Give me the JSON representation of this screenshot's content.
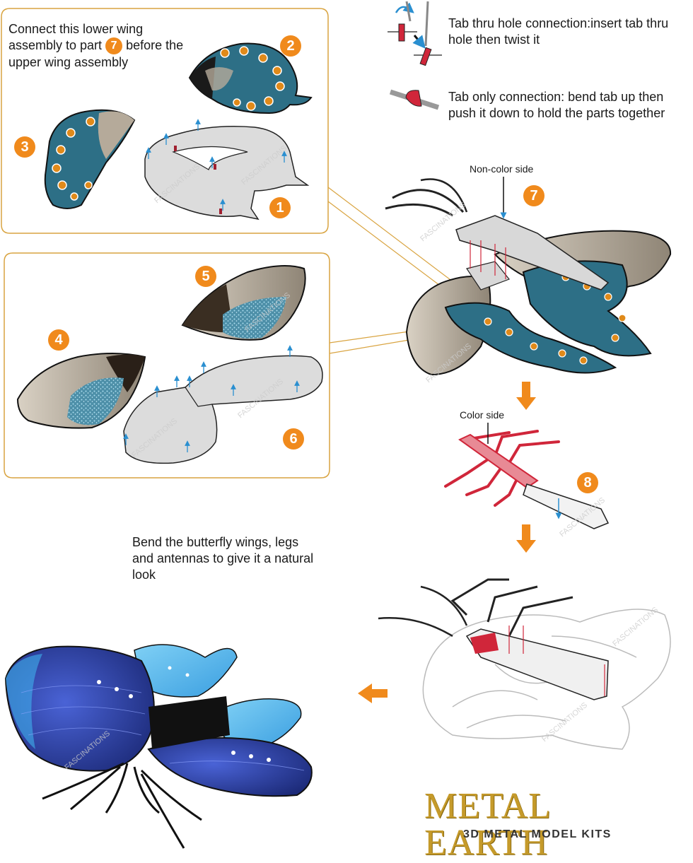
{
  "instructions": {
    "lower_wing_note_before": "Connect this lower wing assembly to part",
    "lower_wing_note_part": "7",
    "lower_wing_note_after": "before the upper wing assembly",
    "tab_thru_hole": "Tab thru hole connection:insert tab thru hole then twist it",
    "tab_only": "Tab only connection: bend tab up then push it down to hold the parts together",
    "bend_note": "Bend the butterfly wings, legs and antennas to give it a natural look"
  },
  "labels": {
    "non_color_side": "Non-color side",
    "color_side": "Color side"
  },
  "part_numbers": {
    "p1": "1",
    "p2": "2",
    "p3": "3",
    "p4": "4",
    "p5": "5",
    "p6": "6",
    "p7": "7",
    "p8": "8"
  },
  "watermark": "FASCINATIONS",
  "brand": {
    "logo": "METAL EARTH",
    "tagline": "3D METAL MODEL KITS"
  },
  "colors": {
    "accent_orange": "#f08a1c",
    "panel_border": "#d9a441",
    "tab_red": "#d0263a",
    "arrow_blue": "#2a8fd0",
    "metal_gray": "#d8d8d8",
    "wing_teal": "#2d6f86",
    "wing_tan": "#b5aa9a",
    "finished_blue": "#2d3c9e",
    "finished_light_blue": "#58b5ea",
    "logo_gold": "#c59a2a"
  }
}
